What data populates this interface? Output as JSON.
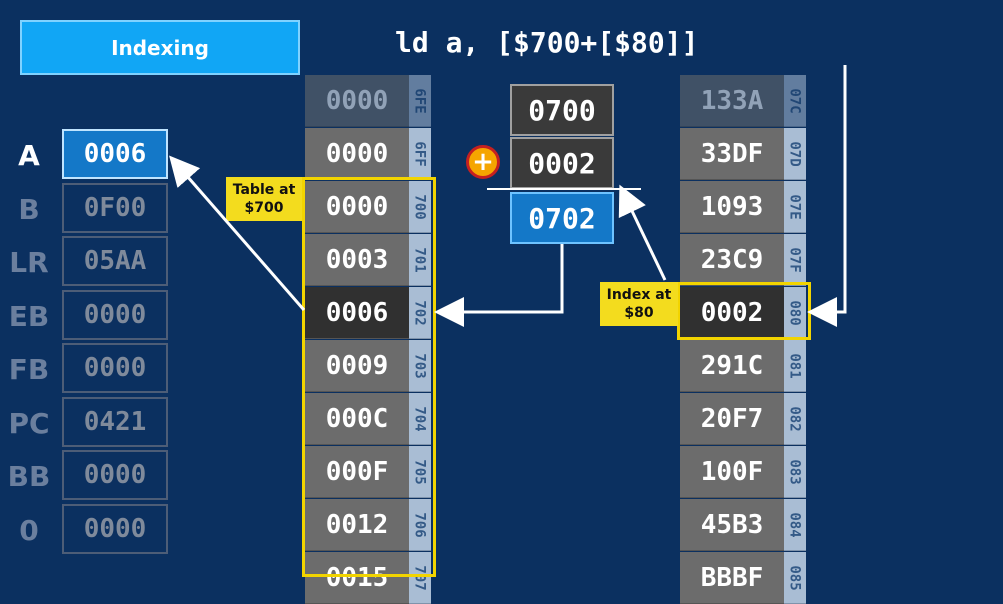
{
  "title_button": "Indexing",
  "instruction": "ld a, [$700+[$80]]",
  "registers": [
    {
      "name": "A",
      "value": "0006",
      "active": true
    },
    {
      "name": "B",
      "value": "0F00",
      "active": false
    },
    {
      "name": "LR",
      "value": "05AA",
      "active": false
    },
    {
      "name": "EB",
      "value": "0000",
      "active": false
    },
    {
      "name": "FB",
      "value": "0000",
      "active": false
    },
    {
      "name": "PC",
      "value": "0421",
      "active": false
    },
    {
      "name": "BB",
      "value": "0000",
      "active": false
    },
    {
      "name": "0",
      "value": "0000",
      "active": false
    }
  ],
  "table_memory": {
    "label": "Table at $700",
    "rows": [
      {
        "addr": "6FE",
        "value": "0000",
        "highlight": false
      },
      {
        "addr": "6FF",
        "value": "0000",
        "highlight": false
      },
      {
        "addr": "700",
        "value": "0000",
        "highlight": false
      },
      {
        "addr": "701",
        "value": "0003",
        "highlight": false
      },
      {
        "addr": "702",
        "value": "0006",
        "highlight": true
      },
      {
        "addr": "703",
        "value": "0009",
        "highlight": false
      },
      {
        "addr": "704",
        "value": "000C",
        "highlight": false
      },
      {
        "addr": "705",
        "value": "000F",
        "highlight": false
      },
      {
        "addr": "706",
        "value": "0012",
        "highlight": false
      },
      {
        "addr": "707",
        "value": "0015",
        "highlight": false
      }
    ]
  },
  "index_memory": {
    "label": "Index at $80",
    "rows": [
      {
        "addr": "07C",
        "value": "133A",
        "highlight": false
      },
      {
        "addr": "07D",
        "value": "33DF",
        "highlight": false
      },
      {
        "addr": "07E",
        "value": "1093",
        "highlight": false
      },
      {
        "addr": "07F",
        "value": "23C9",
        "highlight": false
      },
      {
        "addr": "080",
        "value": "0002",
        "highlight": true
      },
      {
        "addr": "081",
        "value": "291C",
        "highlight": false
      },
      {
        "addr": "082",
        "value": "20F7",
        "highlight": false
      },
      {
        "addr": "083",
        "value": "100F",
        "highlight": false
      },
      {
        "addr": "084",
        "value": "45B3",
        "highlight": false
      },
      {
        "addr": "085",
        "value": "BBBF",
        "highlight": false
      }
    ]
  },
  "calculation": {
    "base": "0700",
    "operator": "+",
    "offset": "0002",
    "result": "0702"
  },
  "colors": {
    "background": "#0b3060",
    "accent_blue": "#1478c8",
    "highlight_yellow": "#f2d400"
  }
}
